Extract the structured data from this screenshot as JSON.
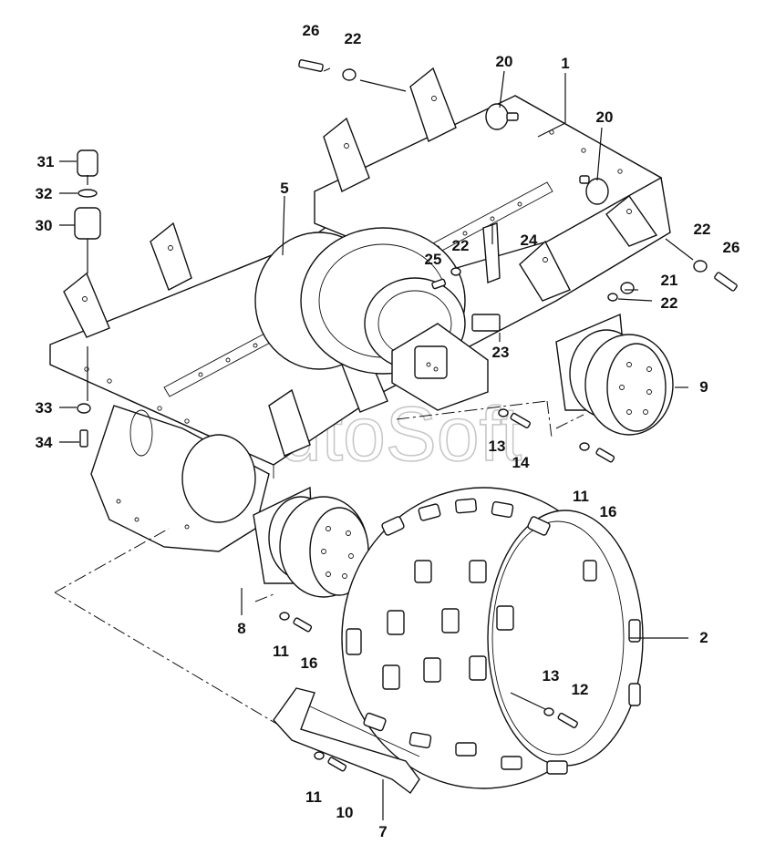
{
  "watermark": "AutoSoft",
  "callouts": {
    "c1": "1",
    "c2": "2",
    "c5": "5",
    "c7": "7",
    "c8": "8",
    "c9": "9",
    "c10": "10",
    "c11a": "11",
    "c11b": "11",
    "c11c": "11",
    "c12": "12",
    "c13a": "13",
    "c13b": "13",
    "c14": "14",
    "c16a": "16",
    "c16b": "16",
    "c20a": "20",
    "c20b": "20",
    "c21": "21",
    "c22a": "22",
    "c22b": "22",
    "c22c": "22",
    "c22d": "22",
    "c23": "23",
    "c24": "24",
    "c25": "25",
    "c26a": "26",
    "c26b": "26",
    "c30": "30",
    "c31": "31",
    "c32": "32",
    "c33": "33",
    "c34": "34"
  }
}
